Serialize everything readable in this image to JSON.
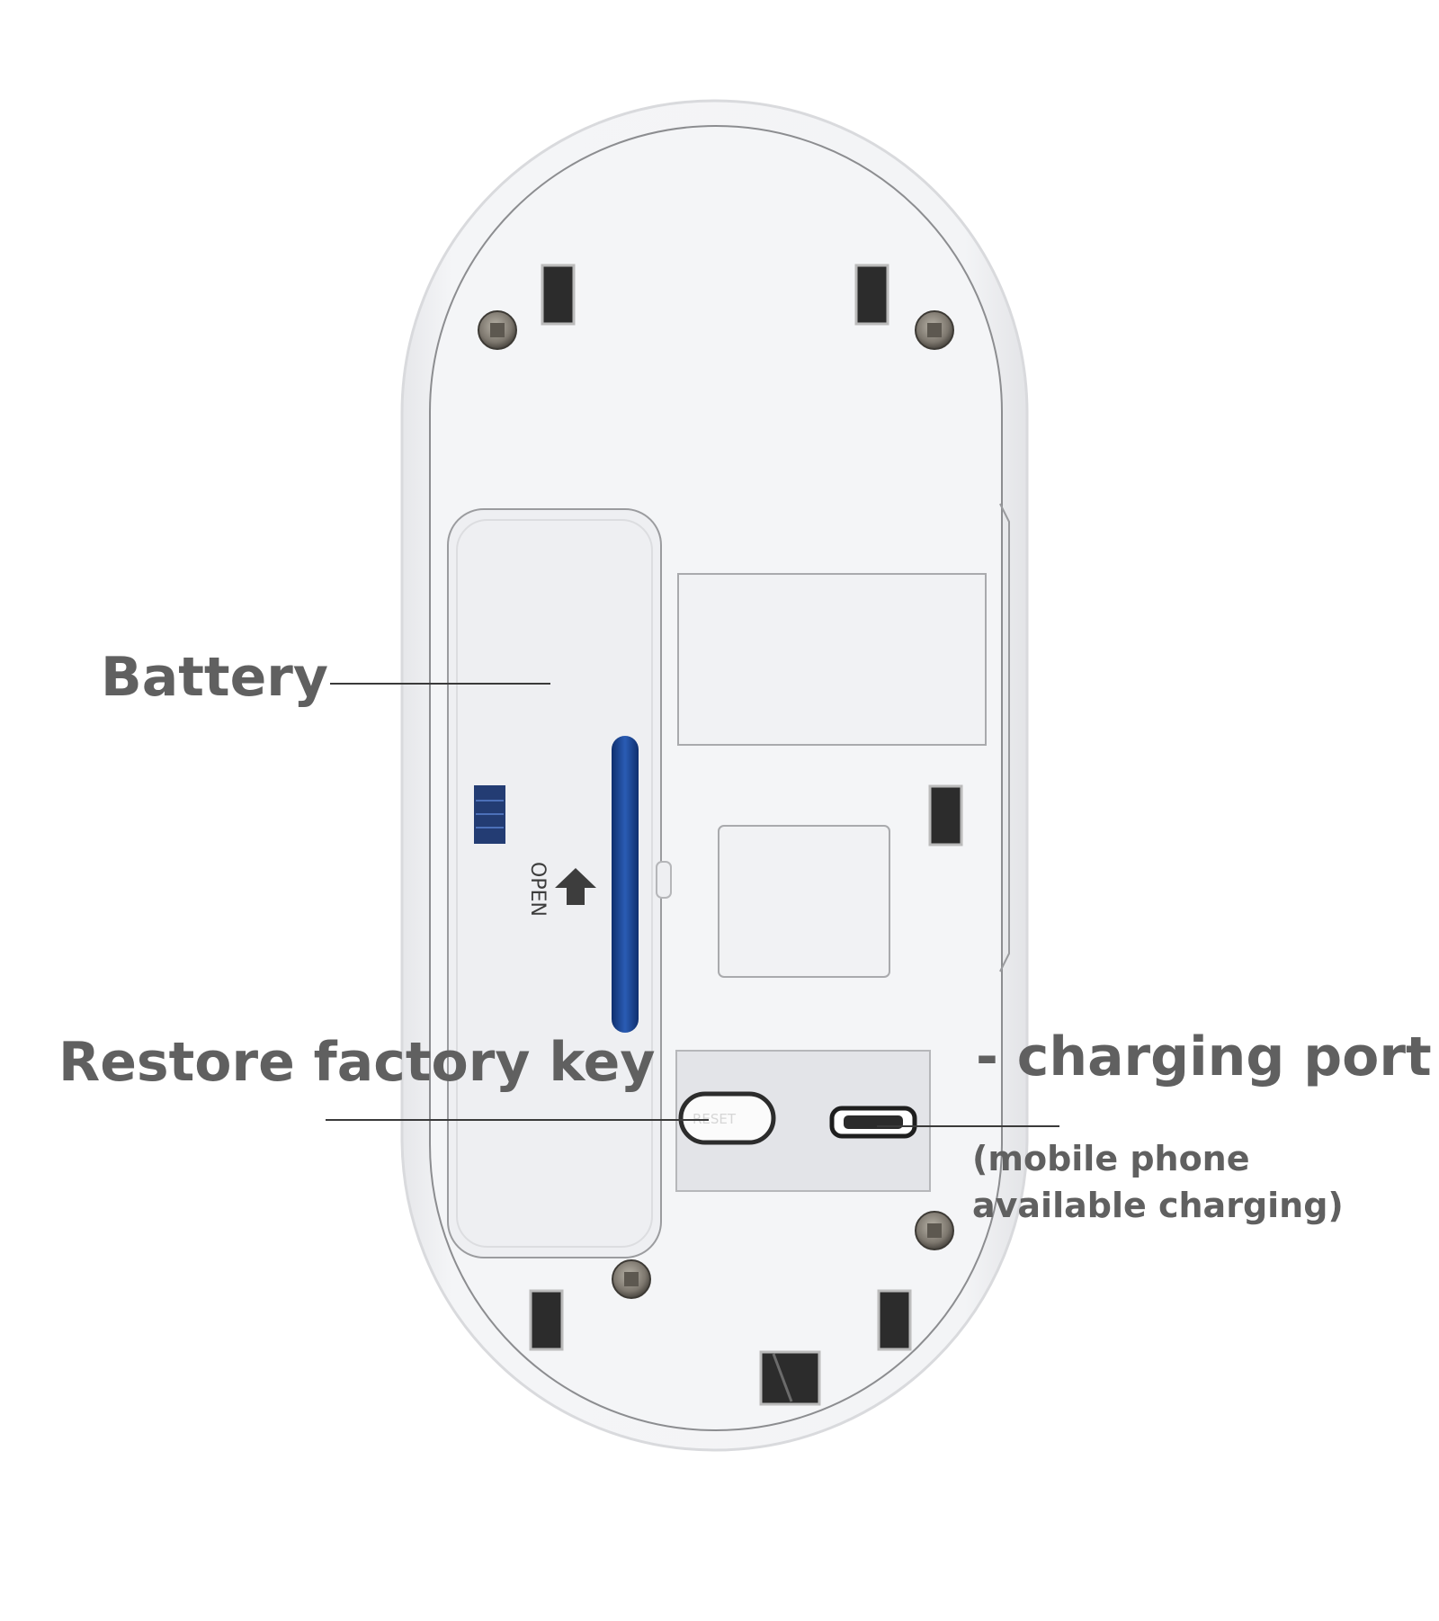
{
  "labels": {
    "battery": "Battery",
    "restore_key": "Restore factory key",
    "charging_port": "- charging port",
    "charging_note": "(mobile phone available charging)"
  },
  "device_markings": {
    "open": "OPEN",
    "reset": "RESET"
  },
  "colors": {
    "label_text": "#606060",
    "shell": "#f2f3f6",
    "battery_slot": "#1d4a98"
  }
}
